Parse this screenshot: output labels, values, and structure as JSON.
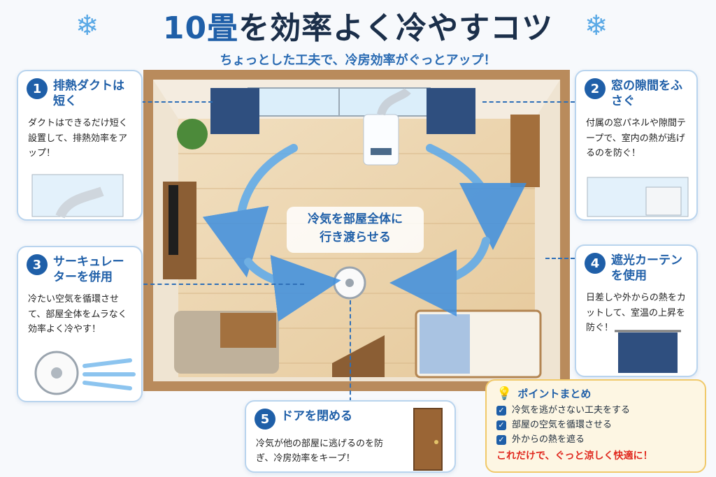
{
  "header": {
    "title_num": "10畳",
    "title_rest": "を効率よく冷やすコツ",
    "subtitle": "ちょっとした工夫で、冷房効率がぐっとアップ！"
  },
  "center_label": {
    "line1": "冷気を部屋全体に",
    "line2": "行き渡らせる"
  },
  "tips": [
    {
      "num": "1",
      "title": "排熱ダクトは短く",
      "body": "ダクトはできるだけ短く設置して、排熱効率をアップ！"
    },
    {
      "num": "2",
      "title": "窓の隙間をふさぐ",
      "body": "付属の窓パネルや隙間テープで、室内の熱が逃げるのを防ぐ！"
    },
    {
      "num": "3",
      "title": "サーキュレーターを併用",
      "body": "冷たい空気を循環させて、部屋全体をムラなく効率よく冷やす！"
    },
    {
      "num": "4",
      "title": "遮光カーテンを使用",
      "body": "日差しや外からの熱をカットして、室温の上昇を防ぐ！"
    },
    {
      "num": "5",
      "title": "ドアを閉める",
      "body": "冷気が他の部屋に逃げるのを防ぎ、冷房効率をキープ！"
    }
  ],
  "summary": {
    "title": "ポイントまとめ",
    "items": [
      "冷気を逃がさない工夫をする",
      "部屋の空気を循環させる",
      "外からの熱を遮る"
    ],
    "footer": "これだけで、ぐっと涼しく快適に！"
  },
  "colors": {
    "accent": "#1f5fa8",
    "alert": "#e0281e",
    "summary_bg": "#fdf6e3"
  }
}
